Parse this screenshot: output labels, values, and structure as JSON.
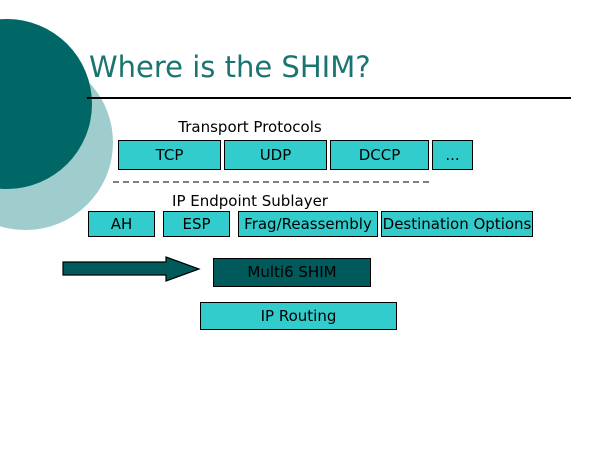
{
  "slide": {
    "title": "Where is the SHIM?",
    "title_color": "#1A7570",
    "background_color": "#ffffff",
    "box_fill_color": "#33CCCC",
    "dark_box_fill_color": "#00595B",
    "deco_dark_color": "#006666",
    "deco_light_color": "#9FCDCD",
    "separator_color": "#808080"
  },
  "layers": {
    "transport": {
      "caption": "Transport Protocols",
      "boxes": [
        {
          "label": "TCP"
        },
        {
          "label": "UDP"
        },
        {
          "label": "DCCP"
        },
        {
          "label": "..."
        }
      ]
    },
    "endpoint": {
      "caption": "IP Endpoint Sublayer",
      "boxes": [
        {
          "label": "AH"
        },
        {
          "label": "ESP"
        },
        {
          "label": "Frag/Reassembly"
        },
        {
          "label": "Destination Options"
        }
      ]
    },
    "shim": {
      "label": "Multi6 SHIM",
      "arrow_name": "pointer-arrow"
    },
    "routing": {
      "label": "IP Routing"
    }
  }
}
